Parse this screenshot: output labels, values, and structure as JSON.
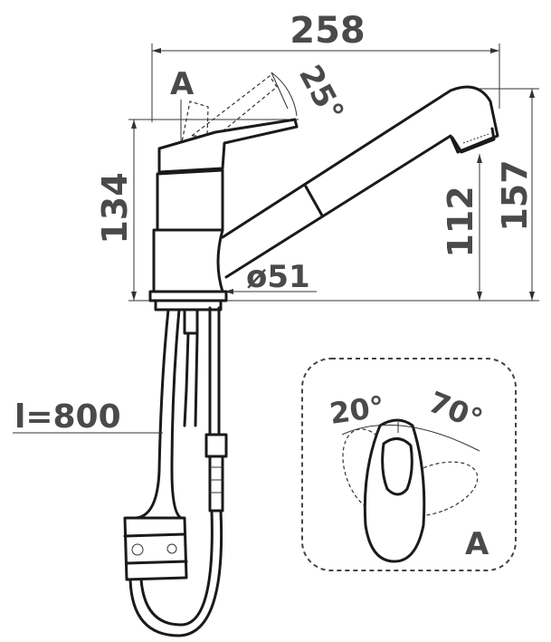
{
  "dimensions": {
    "overall_width": "258",
    "lever_angle": "25°",
    "body_height": "134",
    "spout_height": "112",
    "total_height": "157",
    "base_diameter": "ø51",
    "hose_length": "l=800"
  },
  "detail": {
    "label_top": "A",
    "label_detail": "A",
    "angle_left": "20°",
    "angle_right": "70°"
  }
}
